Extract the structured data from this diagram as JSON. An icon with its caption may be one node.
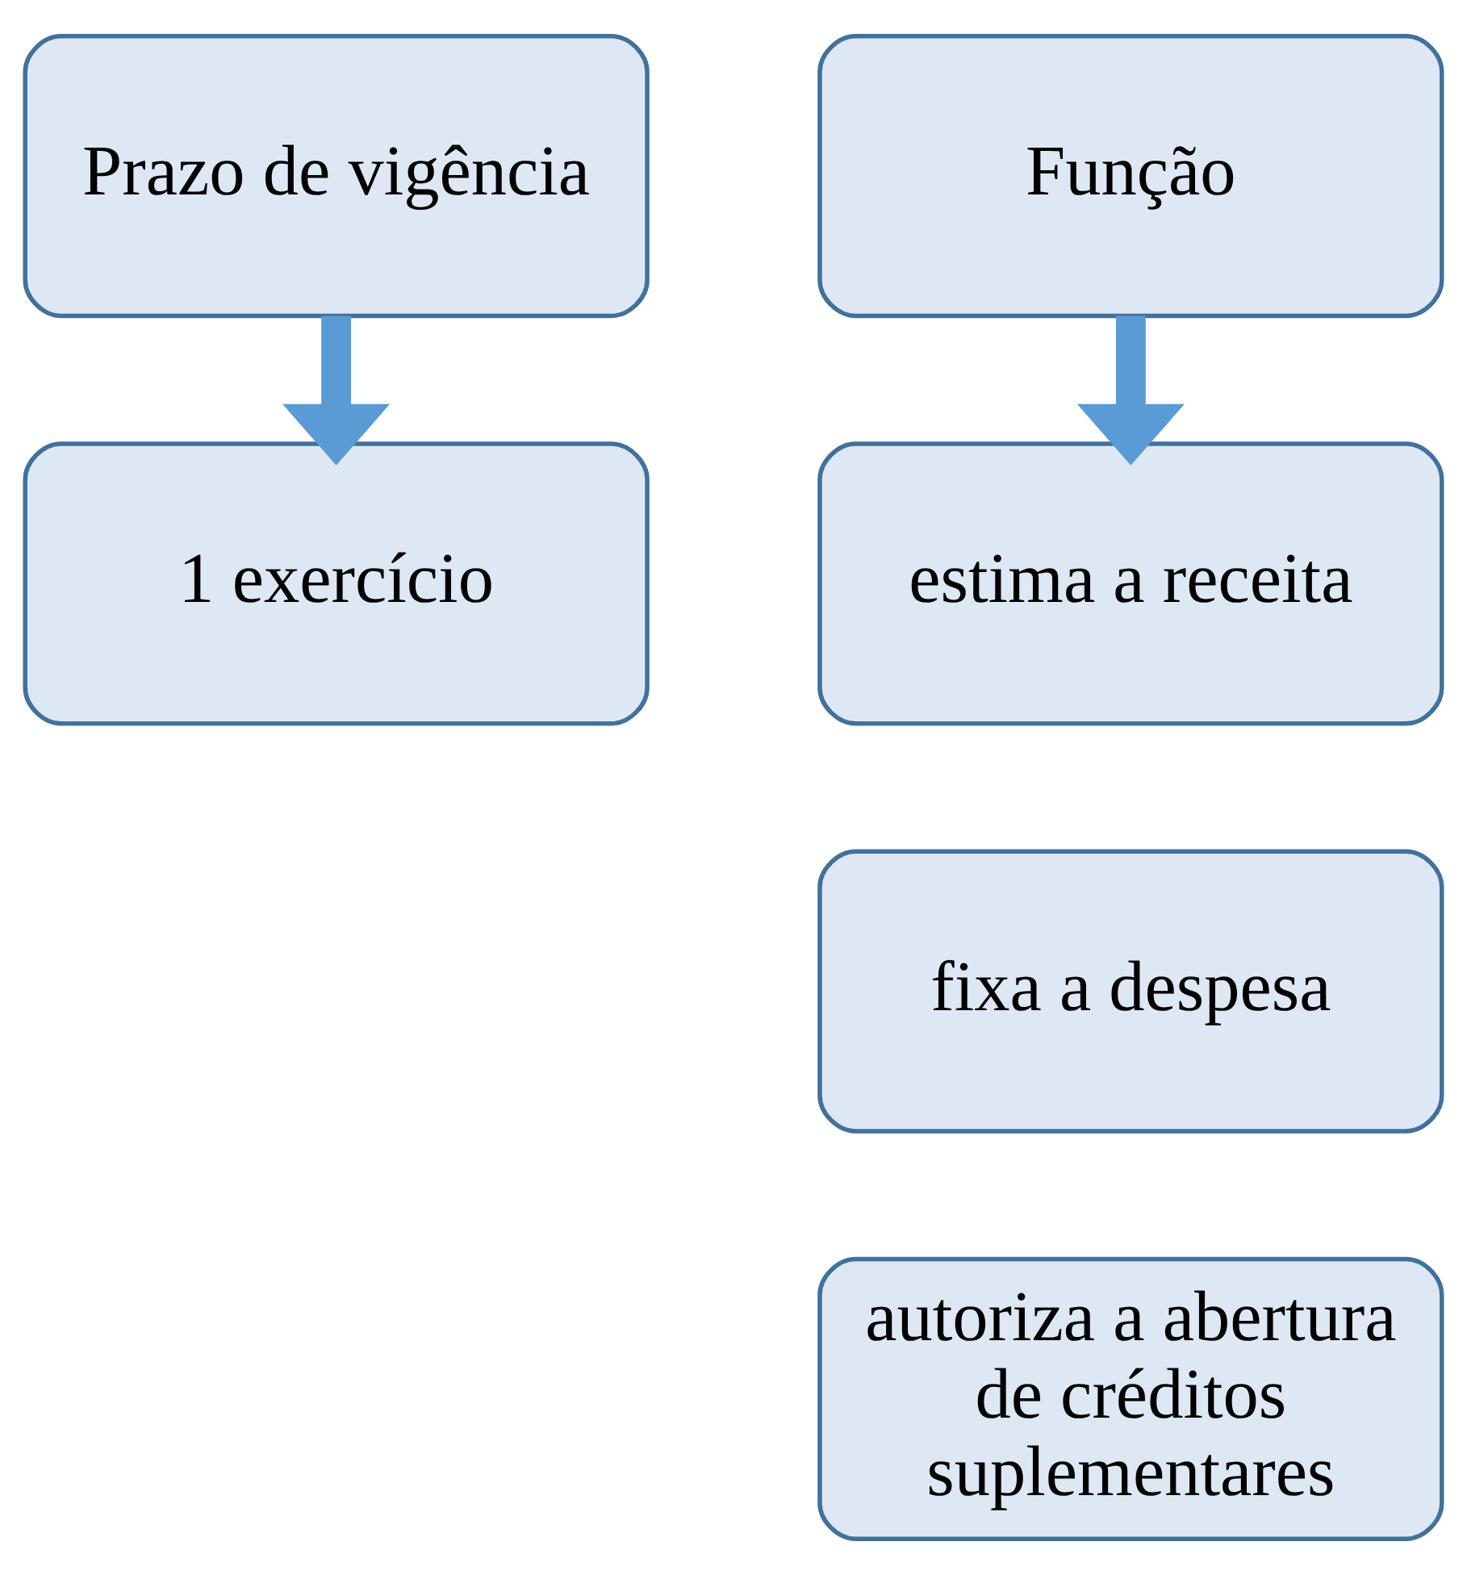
{
  "diagram": {
    "nodes": [
      {
        "text": [
          "Prazo de vigência"
        ]
      },
      {
        "text": [
          "Função"
        ]
      },
      {
        "text": [
          "1 exercício"
        ]
      },
      {
        "text": [
          "estima a receita"
        ]
      },
      {
        "text": [
          "fixa a despesa"
        ]
      },
      {
        "text": [
          "autoriza a abertura de créditos suplementares"
        ]
      }
    ],
    "edges": [
      {
        "from": 0,
        "to": 2,
        "arrow": "to"
      },
      {
        "from": 1,
        "to": 3,
        "arrow": "to"
      }
    ]
  }
}
